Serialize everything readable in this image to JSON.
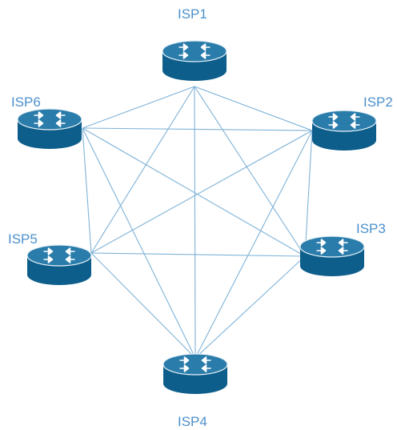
{
  "colors": {
    "router_body": "#0d5e8b",
    "router_top": "#2a7cab",
    "router_rim": "#e9f2f8",
    "arrow": "#ffffff",
    "link": "#7fb3d8",
    "label": "#4b90cc"
  },
  "icon": "router-icon",
  "nodes": [
    {
      "id": "isp1",
      "label": "ISP1"
    },
    {
      "id": "isp2",
      "label": "ISP2"
    },
    {
      "id": "isp3",
      "label": "ISP3"
    },
    {
      "id": "isp4",
      "label": "ISP4"
    },
    {
      "id": "isp5",
      "label": "ISP5"
    },
    {
      "id": "isp6",
      "label": "ISP6"
    }
  ],
  "links": [
    [
      "isp1",
      "isp2"
    ],
    [
      "isp1",
      "isp3"
    ],
    [
      "isp1",
      "isp4"
    ],
    [
      "isp1",
      "isp5"
    ],
    [
      "isp1",
      "isp6"
    ],
    [
      "isp2",
      "isp3"
    ],
    [
      "isp2",
      "isp4"
    ],
    [
      "isp2",
      "isp5"
    ],
    [
      "isp2",
      "isp6"
    ],
    [
      "isp3",
      "isp4"
    ],
    [
      "isp3",
      "isp5"
    ],
    [
      "isp3",
      "isp6"
    ],
    [
      "isp4",
      "isp5"
    ],
    [
      "isp4",
      "isp6"
    ],
    [
      "isp5",
      "isp6"
    ]
  ]
}
